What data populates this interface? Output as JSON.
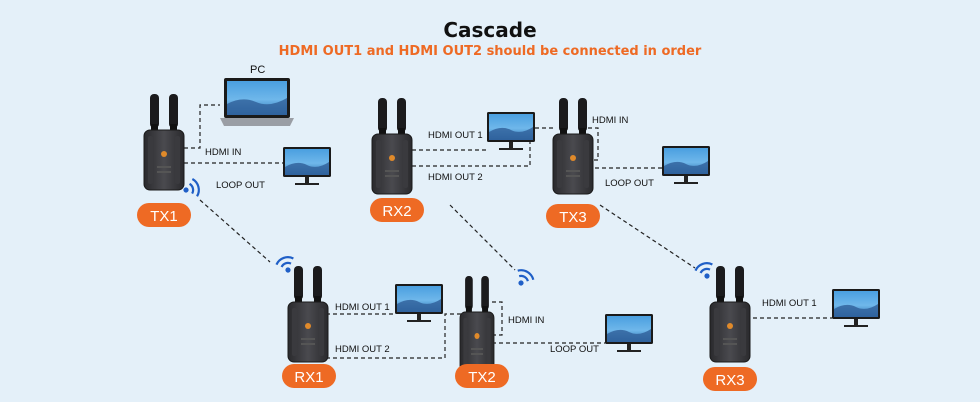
{
  "title": "Cascade",
  "subtitle": "HDMI OUT1 and HDMI OUT2 should be connected in order",
  "labels": {
    "pc": "PC",
    "hdmi_in": "HDMI IN",
    "loop_out": "LOOP OUT",
    "hdmi_out1": "HDMI OUT 1",
    "hdmi_out2": "HDMI OUT 2"
  },
  "devices": {
    "tx1": "TX1",
    "rx1": "RX1",
    "rx2": "RX2",
    "tx2": "TX2",
    "tx3": "TX3",
    "rx3": "RX3"
  },
  "colors": {
    "accent": "#ee6a24",
    "background": "#e4f0f9",
    "wifi": "#1f5fc7"
  }
}
